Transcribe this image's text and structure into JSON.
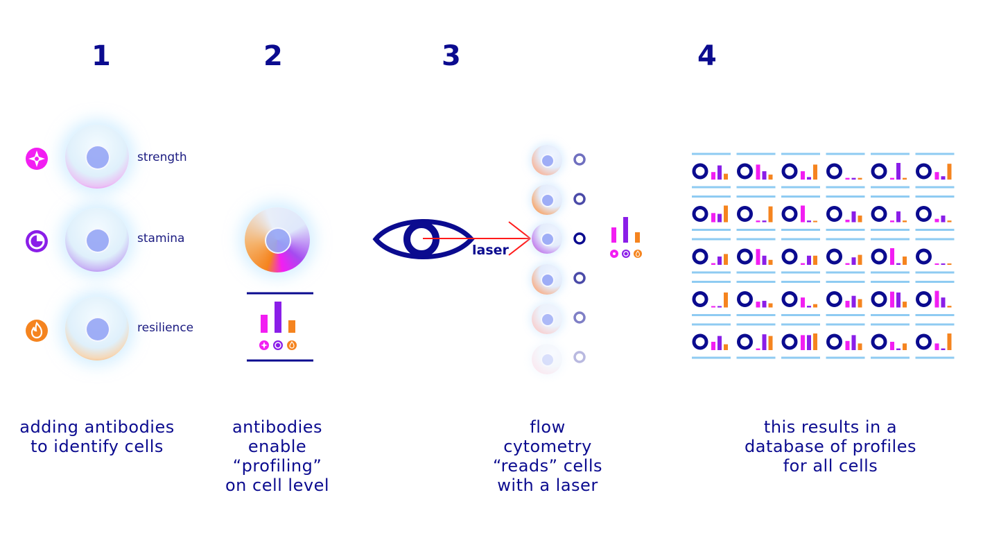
{
  "steps": [
    {
      "number": "1",
      "caption_lines": [
        "adding antibodies",
        "to identify cells"
      ]
    },
    {
      "number": "2",
      "caption_lines": [
        "antibodies",
        "enable",
        "“profiling”",
        "on cell level"
      ]
    },
    {
      "number": "3",
      "caption_lines": [
        "flow",
        "cytometry",
        "“reads” cells",
        "with a laser"
      ]
    },
    {
      "number": "4",
      "caption_lines": [
        "this results in a",
        "database of profiles",
        "for all cells"
      ]
    }
  ],
  "markers": [
    {
      "label": "strength",
      "icon": "compass-star-icon",
      "color": "#f21ef2"
    },
    {
      "label": "stamina",
      "icon": "gauge-icon",
      "color": "#8a1ee8"
    },
    {
      "label": "resilience",
      "icon": "flame-icon",
      "color": "#f5841f"
    }
  ],
  "laser_label": "laser",
  "colors": {
    "navy": "#0b0b8f",
    "magenta": "#f21ef2",
    "purple": "#8a1ee8",
    "orange": "#f5841f",
    "laser_red": "#ff1a1a",
    "table_line": "#8ecbf2"
  },
  "profile_bars": [
    [
      [
        0.45,
        0.85,
        0.35
      ],
      [
        0.9,
        0.5,
        0.3
      ],
      [
        0.5,
        0.15,
        0.9
      ],
      [
        0.1,
        0.1,
        0.1
      ],
      [
        0.1,
        1.0,
        0.1
      ],
      [
        0.45,
        0.2,
        0.95
      ]
    ],
    [
      [
        0.55,
        0.5,
        1.0
      ],
      [
        0.1,
        0.1,
        0.95
      ],
      [
        1.0,
        0.1,
        0.05
      ],
      [
        0.15,
        0.65,
        0.4
      ],
      [
        0.1,
        0.65,
        0.1
      ],
      [
        0.2,
        0.4,
        0.1
      ]
    ],
    [
      [
        0.1,
        0.5,
        0.65
      ],
      [
        0.95,
        0.55,
        0.3
      ],
      [
        0.1,
        0.55,
        0.55
      ],
      [
        0.1,
        0.45,
        0.6
      ],
      [
        1.0,
        0.1,
        0.5
      ],
      [
        0.05,
        0.05,
        0.05
      ]
    ],
    [
      [
        0.05,
        0.05,
        0.9
      ],
      [
        0.35,
        0.4,
        0.25
      ],
      [
        0.6,
        0.1,
        0.2
      ],
      [
        0.4,
        0.7,
        0.5
      ],
      [
        0.95,
        0.9,
        0.35
      ],
      [
        1.0,
        0.6,
        0.1
      ]
    ],
    [
      [
        0.5,
        0.85,
        0.35
      ],
      [
        0.1,
        0.95,
        0.85
      ],
      [
        0.9,
        0.9,
        1.0
      ],
      [
        0.55,
        0.9,
        0.4
      ],
      [
        0.5,
        0.1,
        0.4
      ],
      [
        0.4,
        0.1,
        1.0
      ]
    ]
  ]
}
